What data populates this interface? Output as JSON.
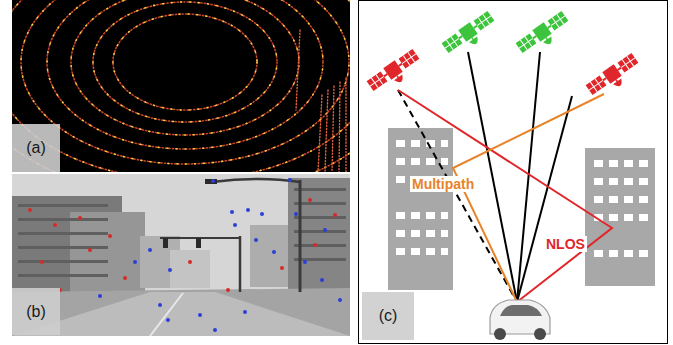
{
  "diagram": {
    "nodes": [
      {
        "text": [
          "(a)"
        ]
      },
      {
        "text": [
          "(b)"
        ]
      },
      {
        "text": [
          "(c)"
        ]
      }
    ],
    "labels": [
      "Multipath",
      "NLOS"
    ]
  }
}
